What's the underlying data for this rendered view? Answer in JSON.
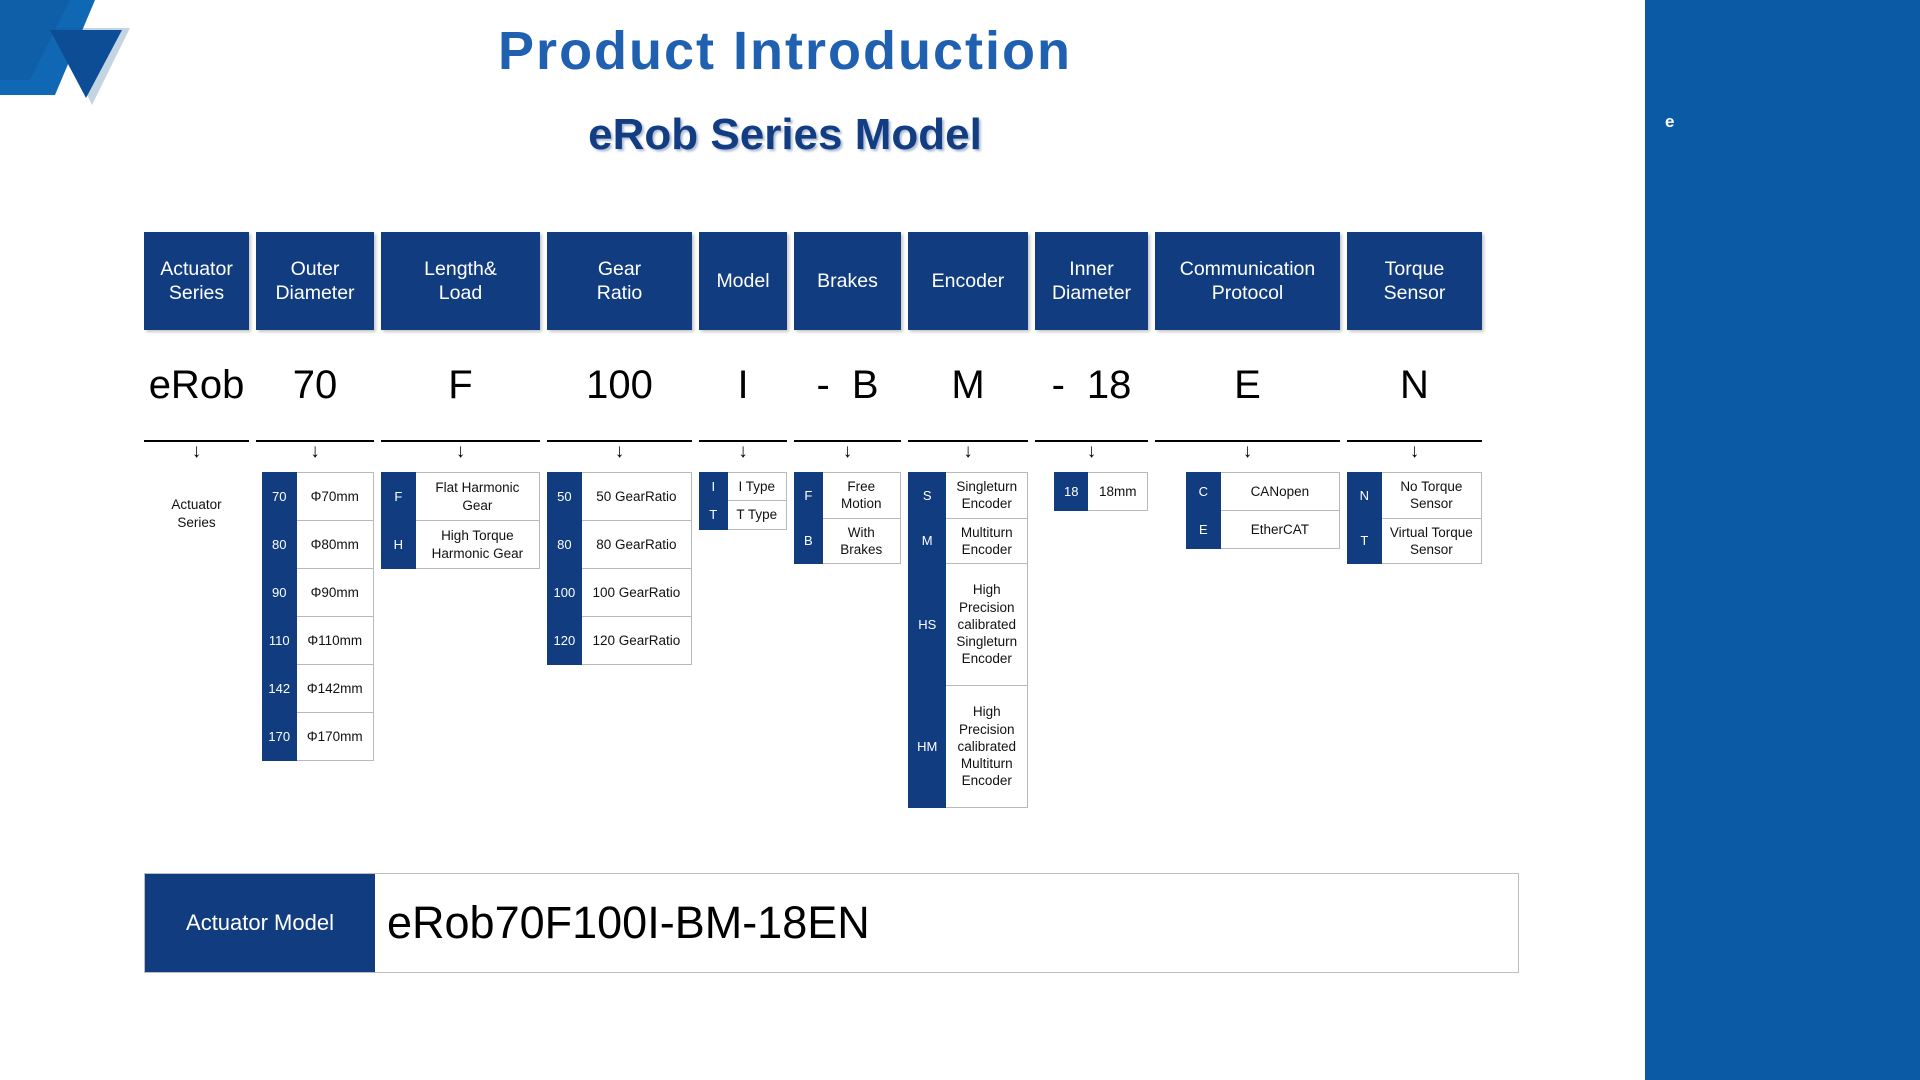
{
  "titles": {
    "line1": "Product Introduction",
    "line2": "eRob Series Model"
  },
  "right_panel": {
    "mark": "e",
    "color": "#0b5aa6"
  },
  "colors": {
    "header_blue": "#113d80",
    "title_blue": "#1f60b0",
    "subtitle_blue": "#123d82",
    "panel_blue": "#0b5aa6"
  },
  "arrow_glyph": "↓",
  "columns": [
    {
      "header": "Actuator\nSeries",
      "header_line1": "Actuator",
      "header_line2": "Series",
      "code": "eRob",
      "side_label": "Actuator\nSeries",
      "side_label_line1": "Actuator",
      "side_label_line2": "Series",
      "rows": []
    },
    {
      "header_line1": "Outer",
      "header_line2": "Diameter",
      "code": "70",
      "rows": [
        {
          "key": "70",
          "val": "Φ70mm"
        },
        {
          "key": "80",
          "val": "Φ80mm"
        },
        {
          "key": "90",
          "val": "Φ90mm"
        },
        {
          "key": "110",
          "val": "Φ110mm"
        },
        {
          "key": "142",
          "val": "Φ142mm"
        },
        {
          "key": "170",
          "val": "Φ170mm"
        }
      ]
    },
    {
      "header_line1": "Length&",
      "header_line2": "Load",
      "code": "F",
      "rows": [
        {
          "key": "F",
          "val": "Flat Harmonic Gear"
        },
        {
          "key": "H",
          "val": "High Torque Harmonic Gear"
        }
      ]
    },
    {
      "header_line1": "Gear",
      "header_line2": "Ratio",
      "code": "100",
      "rows": [
        {
          "key": "50",
          "val": "50 GearRatio"
        },
        {
          "key": "80",
          "val": "80 GearRatio"
        },
        {
          "key": "100",
          "val": "100 GearRatio"
        },
        {
          "key": "120",
          "val": "120 GearRatio"
        }
      ]
    },
    {
      "header_line1": "Model",
      "header_line2": "",
      "code": "I",
      "rows": [
        {
          "key": "I",
          "val": "I Type"
        },
        {
          "key": "T",
          "val": "T Type"
        }
      ]
    },
    {
      "header_line1": "Brakes",
      "header_line2": "",
      "code": "B",
      "code_prefix": "-",
      "rows": [
        {
          "key": "F",
          "val": "Free Motion"
        },
        {
          "key": "B",
          "val": "With Brakes"
        }
      ]
    },
    {
      "header_line1": "Encoder",
      "header_line2": "",
      "code": "M",
      "rows": [
        {
          "key": "S",
          "val": "Singleturn Encoder"
        },
        {
          "key": "M",
          "val": "Multiturn Encoder"
        },
        {
          "key": "HS",
          "val": "High Precision calibrated Singleturn Encoder"
        },
        {
          "key": "HM",
          "val": "High Precision calibrated Multiturn Encoder"
        }
      ]
    },
    {
      "header_line1": "Inner",
      "header_line2": "Diameter",
      "code": "18",
      "code_prefix": "-",
      "rows": [
        {
          "key": "18",
          "val": "18mm"
        }
      ]
    },
    {
      "header_line1": "Communication",
      "header_line2": "Protocol",
      "code": "E",
      "rows": [
        {
          "key": "C",
          "val": "CANopen"
        },
        {
          "key": "E",
          "val": "EtherCAT"
        }
      ]
    },
    {
      "header_line1": "Torque",
      "header_line2": "Sensor",
      "code": "N",
      "rows": [
        {
          "key": "N",
          "val": "No Torque Sensor"
        },
        {
          "key": "T",
          "val": "Virtual Torque Sensor"
        }
      ]
    }
  ],
  "model_bar": {
    "label": "Actuator Model",
    "value": "eRob70F100I-BM-18EN"
  }
}
